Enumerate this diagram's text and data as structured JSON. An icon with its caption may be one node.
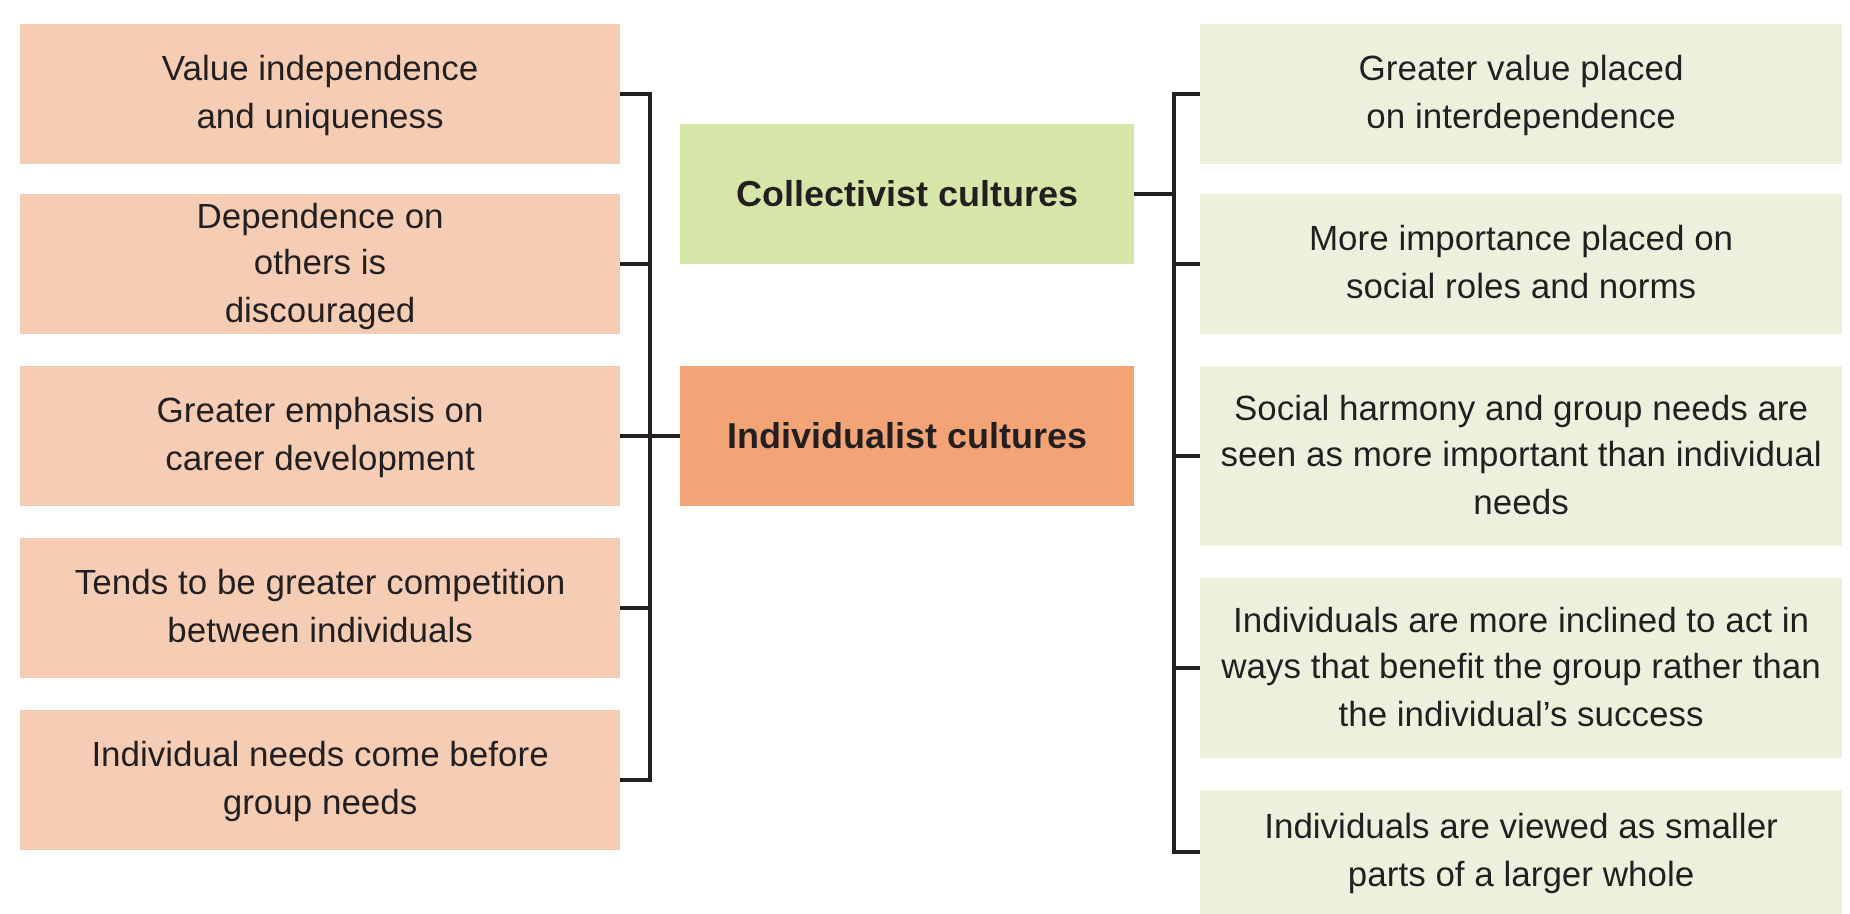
{
  "diagram": {
    "nodes": [
      {
        "text": [
          "Value independence and uniqueness"
        ]
      },
      {
        "text": [
          "Dependence on others is discouraged"
        ]
      },
      {
        "text": [
          "Greater emphasis on career development"
        ]
      },
      {
        "text": [
          "Tends to be greater competition between individuals"
        ]
      },
      {
        "text": [
          "Individual needs come before group needs"
        ]
      },
      {
        "text": [
          "Collectivist cultures"
        ]
      },
      {
        "text": [
          "Individualist cultures"
        ]
      },
      {
        "text": [
          "Greater value placed on interdependence"
        ]
      },
      {
        "text": [
          "More importance placed on social roles and norms"
        ]
      },
      {
        "text": [
          "Social harmony and group needs are seen as more important than individual needs"
        ]
      },
      {
        "text": [
          "Individuals are more inclined to act in ways that benefit the group rather than the individual’s success"
        ]
      },
      {
        "text": [
          "Individuals are viewed as smaller parts of a larger whole"
        ]
      }
    ],
    "edges": [
      {
        "from": 6,
        "to": 0,
        "arrow": "none"
      },
      {
        "from": 6,
        "to": 1,
        "arrow": "none"
      },
      {
        "from": 6,
        "to": 2,
        "arrow": "none"
      },
      {
        "from": 6,
        "to": 3,
        "arrow": "none"
      },
      {
        "from": 6,
        "to": 4,
        "arrow": "none"
      },
      {
        "from": 5,
        "to": 7,
        "arrow": "none"
      },
      {
        "from": 5,
        "to": 8,
        "arrow": "none"
      },
      {
        "from": 5,
        "to": 9,
        "arrow": "none"
      },
      {
        "from": 5,
        "to": 10,
        "arrow": "none"
      },
      {
        "from": 5,
        "to": 11,
        "arrow": "none"
      }
    ]
  }
}
